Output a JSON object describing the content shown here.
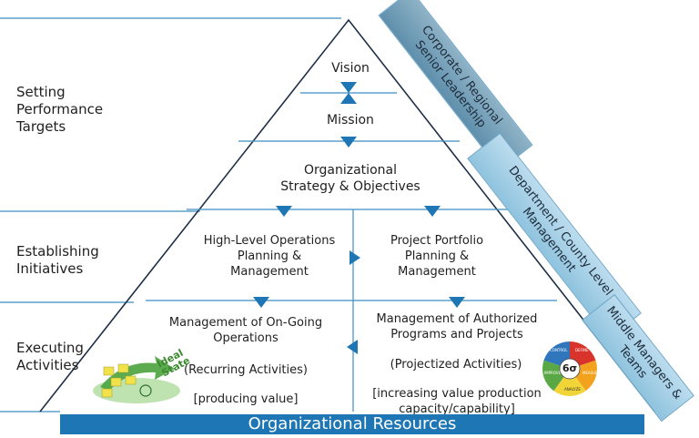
{
  "row_labels": {
    "setting": "Setting\nPerformance\nTargets",
    "establishing": "Establishing\nInitiatives",
    "executing": "Executing\nActivities"
  },
  "pyramid": {
    "vision": "Vision",
    "mission": "Mission",
    "strategy": "Organizational\nStrategy & Objectives",
    "ops_planning": "High-Level Operations\nPlanning &\nManagement",
    "portfolio_planning": "Project Portfolio\nPlanning &\nManagement",
    "ongoing_ops": "Management of On-Going\nOperations",
    "recurring": "(Recurring Activities)",
    "producing": "[producing value]",
    "authorized": "Management of Authorized\nPrograms and Projects",
    "projectized": "(Projectized Activities)",
    "increasing": "[increasing value production\ncapacity/capability]",
    "resources": "Organizational Resources"
  },
  "bands": {
    "corporate": "Corporate / Regional\nSenior Leadership",
    "department": "Department / County Level\nManagement",
    "middle": "Middle Managers &\nTeams"
  },
  "icons": {
    "ideal_state": "Ideal State",
    "six_sigma": "6σ",
    "cycle_labels": [
      "CONTROL",
      "DEFINE",
      "MEASURE",
      "ANALYZE",
      "IMPROVE"
    ]
  },
  "colors": {
    "arrow_blue": "#1f76b4",
    "line_blue": "#3d8ec4",
    "band_blue": "#a9d0e6"
  }
}
